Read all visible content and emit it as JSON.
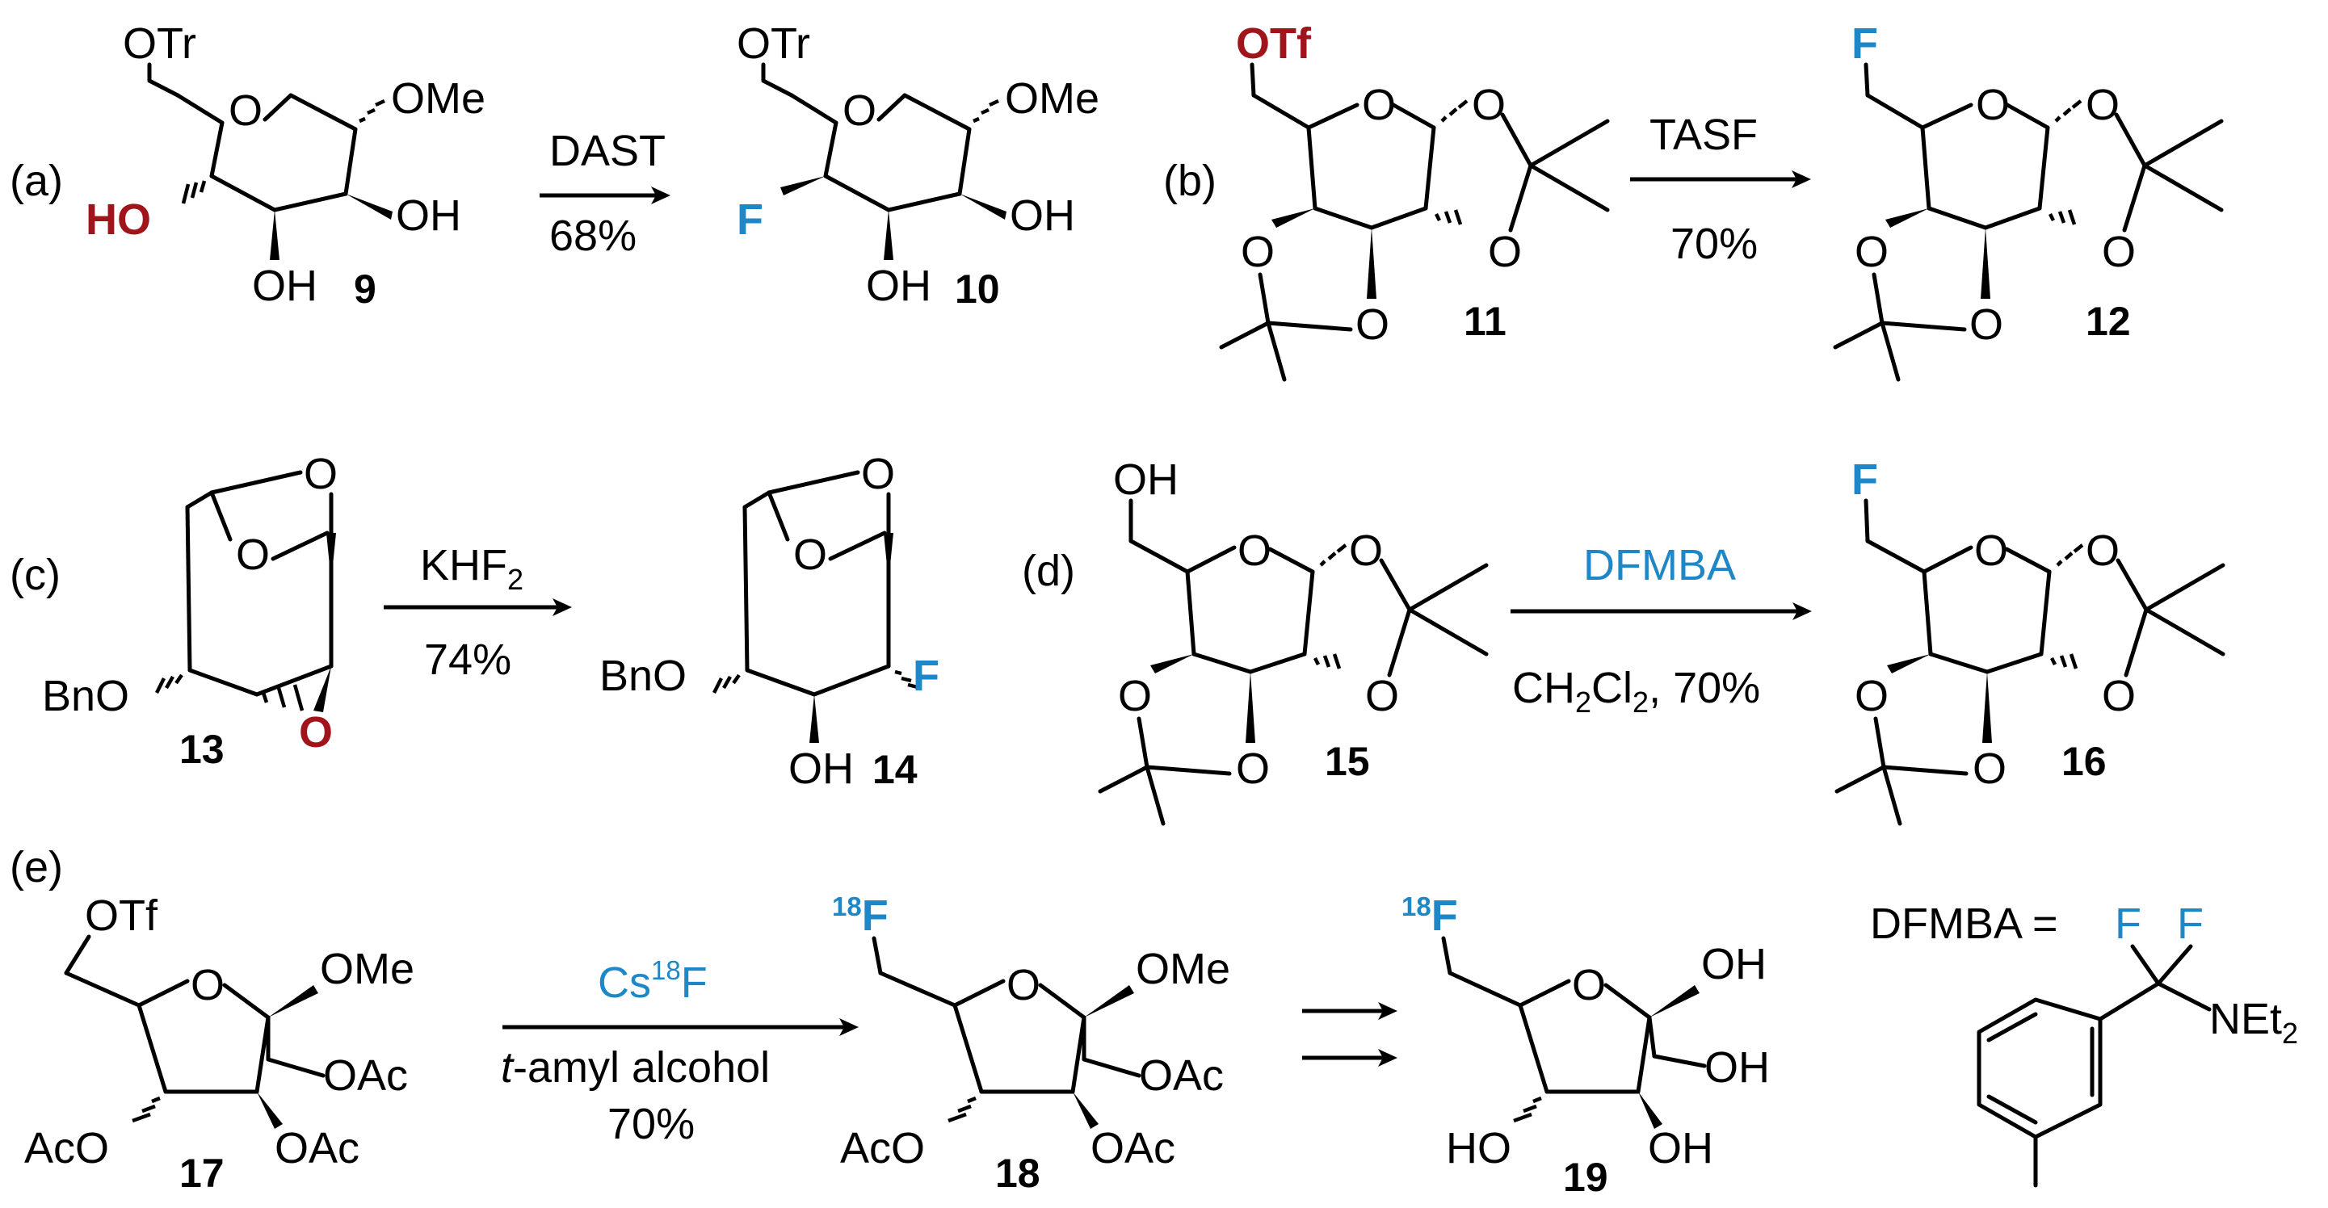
{
  "colors": {
    "hydroxyl_red": "#A0141C",
    "fluorine_blue": "#1E87C8",
    "reagent_blue": "#1E87C8",
    "ink": "#000000"
  },
  "labels": {
    "a": "(a)",
    "b": "(b)",
    "c": "(c)",
    "d": "(d)",
    "e": "(e)",
    "c9": "9",
    "c10": "10",
    "c11": "11",
    "c12": "12",
    "c13": "13",
    "c14": "14",
    "c15": "15",
    "c16": "16",
    "c17": "17",
    "c18": "18",
    "c19": "19"
  },
  "reactions": {
    "a": {
      "reagent": "DAST",
      "yield": "68%"
    },
    "b": {
      "reagent": "TASF",
      "yield": "70%"
    },
    "c": {
      "reagent_main": "KHF",
      "reagent_sub": "2",
      "yield": "74%"
    },
    "d": {
      "reagent": "DFMBA",
      "cond_a": "CH",
      "cond_sub1": "2",
      "cond_b": "Cl",
      "cond_sub2": "2",
      "cond_c": ", 70%"
    },
    "e": {
      "reagent_main": "Cs",
      "reagent_sup": "18",
      "reagent_end": "F",
      "cond_italic": "t",
      "cond_rest": "-amyl alcohol",
      "yield": "70%"
    }
  },
  "atoms": {
    "OTr": "OTr",
    "OMe": "OMe",
    "HO": "HO",
    "OH": "OH",
    "F": "F",
    "O": "O",
    "OTf": "OTf",
    "BnO": "BnO",
    "OAc": "OAc",
    "AcO": "AcO",
    "sup18": "18",
    "NEt": "NEt",
    "sub2": "2"
  },
  "dfmba_def": "DFMBA ="
}
